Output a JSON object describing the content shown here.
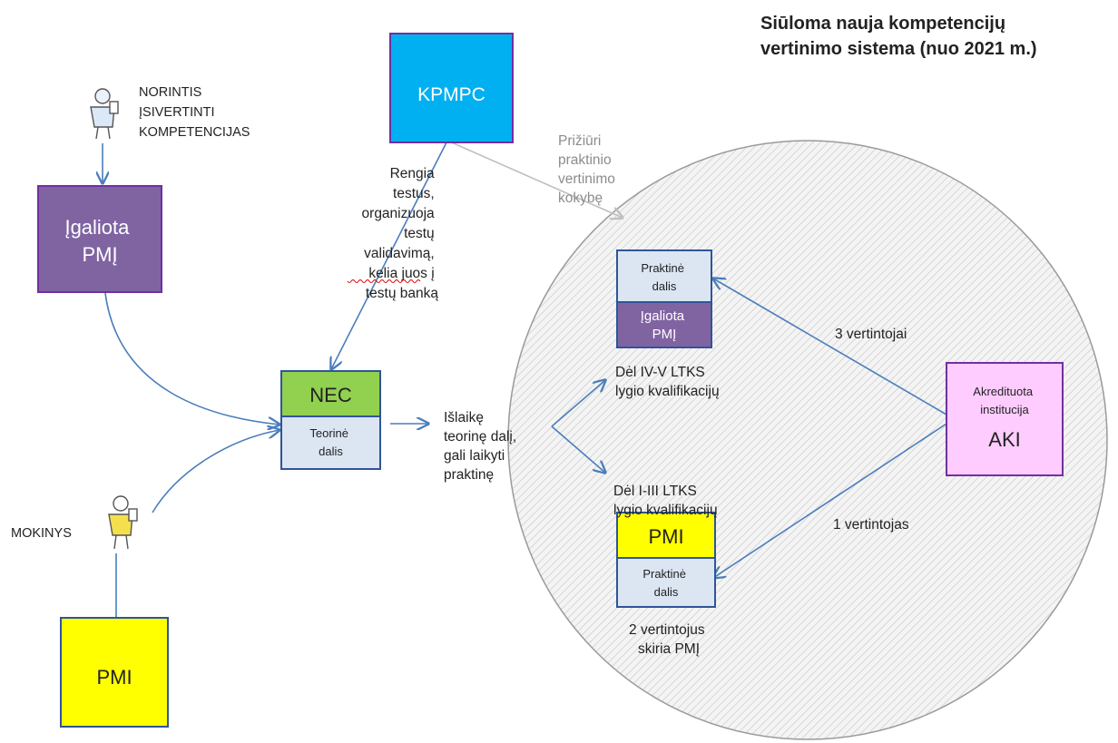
{
  "title": {
    "lines": [
      "Siūloma nauja kompetencijų",
      "vertinimo sistema (nuo 2021 m.)"
    ]
  },
  "actors": {
    "norintis": {
      "lines": [
        "NORINTIS",
        "ĮSIVERTINTI",
        "KOMPETENCIJAS"
      ]
    },
    "mokinys": {
      "label": "MOKINYS"
    }
  },
  "boxes": {
    "kpmpc": {
      "label": "KPMPC"
    },
    "igaliota_pmi_left": {
      "lines": [
        "Įgaliota",
        "PMĮ"
      ]
    },
    "nec": {
      "label": "NEC",
      "sub_lines": [
        "Teorinė",
        "dalis"
      ]
    },
    "pmi_bottom": {
      "label": "PMI"
    },
    "praktine_top": {
      "lines": [
        "Praktinė",
        "dalis"
      ],
      "sub_lines": [
        "Įgaliota",
        "PMĮ"
      ]
    },
    "pmi_circle": {
      "label": "PMI",
      "sub_lines": [
        "Praktinė",
        "dalis"
      ]
    },
    "aki": {
      "lines": [
        "Akredituota",
        "institucija"
      ],
      "label": "AKI"
    }
  },
  "texts": {
    "kpmpc_tasks": [
      "Rengia",
      "testus,",
      "organizuoja",
      "testų",
      "validavimą,",
      "kelia juos į",
      "testų banką"
    ],
    "priziuri": [
      "Prižiūri",
      "praktinio",
      "vertinimo",
      "kokybę"
    ],
    "islaike": [
      "Išlaikę",
      "teorinę dalį,",
      "gali laikyti",
      "praktinę"
    ],
    "del_iv_v": [
      "Dėl IV-V LTKS",
      "lygio kvalifikacijų"
    ],
    "del_i_iii": [
      "Dėl I-III LTKS",
      "lygio kvalifikacijų"
    ],
    "trys_vertintojai": "3 vertintojai",
    "vienas_vertintojas": "1 vertintojas",
    "du_vertintojus": [
      "2 vertintojus",
      "skiria PMĮ"
    ]
  },
  "colors": {
    "purple": "#8064a2",
    "cyan": "#00b0f0",
    "green": "#92d050",
    "yellow": "#ffff00",
    "light_blue": "#dce6f2",
    "pink": "#ffccff",
    "border": "#2f5597",
    "arrow": "#4a7ebb",
    "gray_arrow": "#bfbfbf"
  }
}
